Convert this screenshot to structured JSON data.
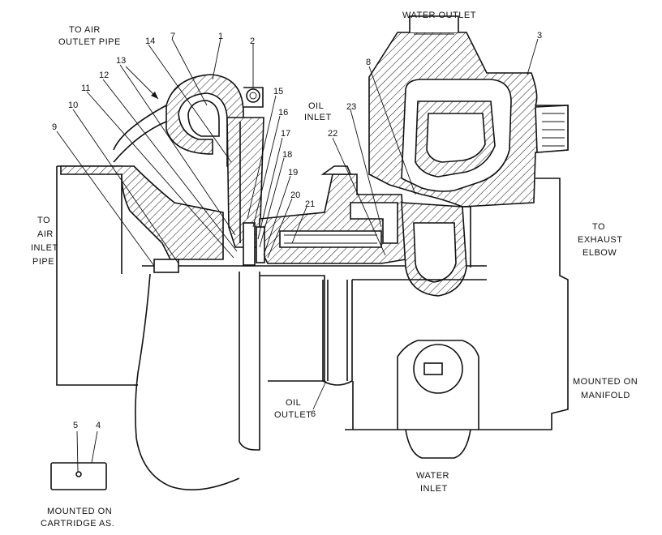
{
  "labels": {
    "to_air_outlet_pipe": [
      "TO AIR",
      "OUTLET PIPE"
    ],
    "water_outlet": "WATER OUTLET",
    "oil_inlet": [
      "OIL",
      "INLET"
    ],
    "to_air_inlet_pipe": [
      "TO",
      "AIR",
      "INLET",
      "PIPE"
    ],
    "to_exhaust_elbow": [
      "TO",
      "EXHAUST",
      "ELBOW"
    ],
    "mounted_on_manifold": [
      "MOUNTED ON",
      "MANIFOLD"
    ],
    "oil_outlet": [
      "OIL",
      "OUTLET"
    ],
    "water_inlet": [
      "WATER",
      "INLET"
    ],
    "mounted_on_cartridge": [
      "MOUNTED ON",
      "CARTRIDGE AS."
    ]
  },
  "part_numbers": [
    "1",
    "2",
    "3",
    "4",
    "5",
    "6",
    "7",
    "8",
    "9",
    "10",
    "11",
    "12",
    "13",
    "14",
    "15",
    "16",
    "17",
    "18",
    "19",
    "20",
    "21",
    "22",
    "23"
  ]
}
